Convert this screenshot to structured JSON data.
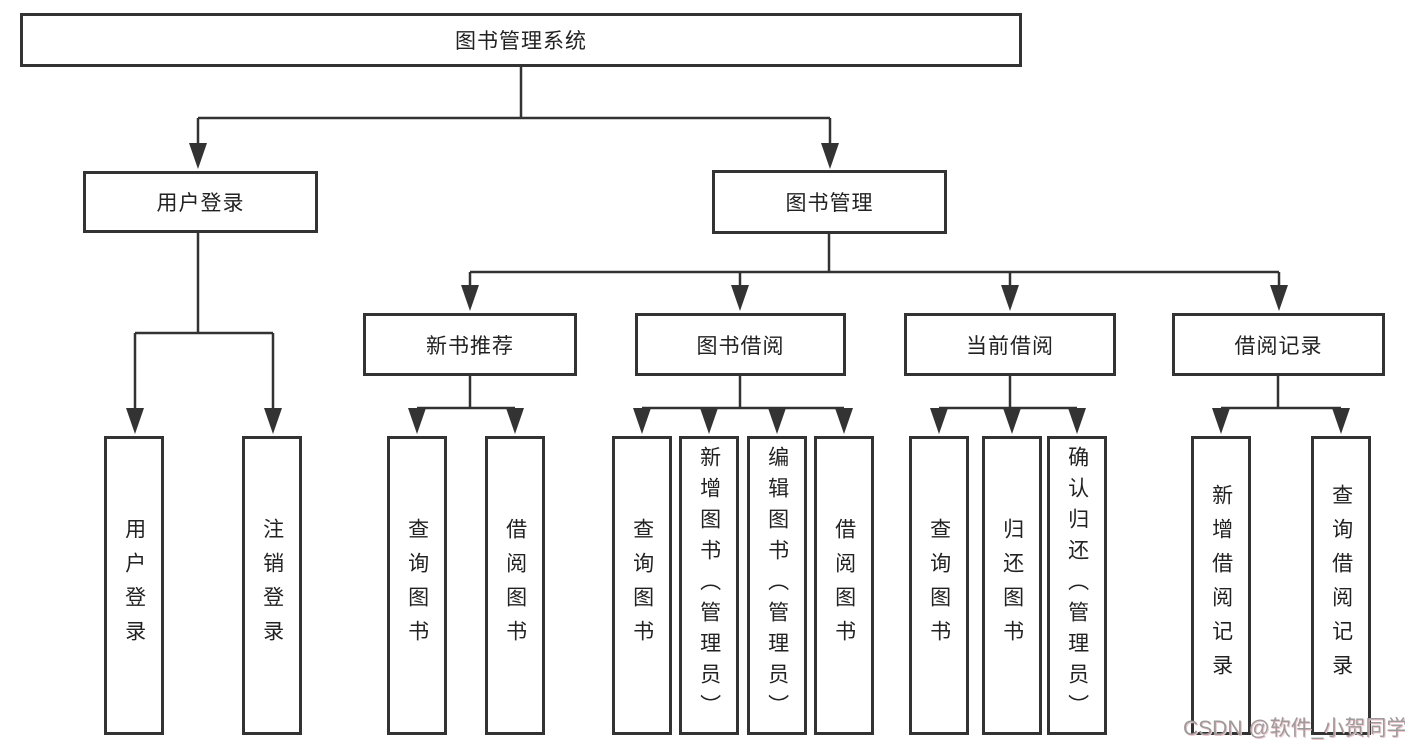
{
  "diagram": {
    "root_label": "图书管理系统",
    "user_branch": {
      "label": "用户登录",
      "children": [
        "用户登录",
        "注销登录"
      ]
    },
    "mgmt_branch": {
      "label": "图书管理",
      "groups": [
        {
          "label": "新书推荐",
          "children": [
            "查询图书",
            "借阅图书"
          ]
        },
        {
          "label": "图书借阅",
          "children": [
            "查询图书",
            "新增图书（管理员）",
            "编辑图书（管理员）",
            "借阅图书"
          ]
        },
        {
          "label": "当前借阅",
          "children": [
            "查询图书",
            "归还图书",
            "确认归还（管理员）"
          ]
        },
        {
          "label": "借阅记录",
          "children": [
            "新增借阅记录",
            "查询借阅记录"
          ]
        }
      ]
    }
  },
  "watermark": "CSDN @软件_小贺同学",
  "colors": {
    "line": "#333333",
    "text": "#222222",
    "watermark": "#9b9b9b"
  }
}
